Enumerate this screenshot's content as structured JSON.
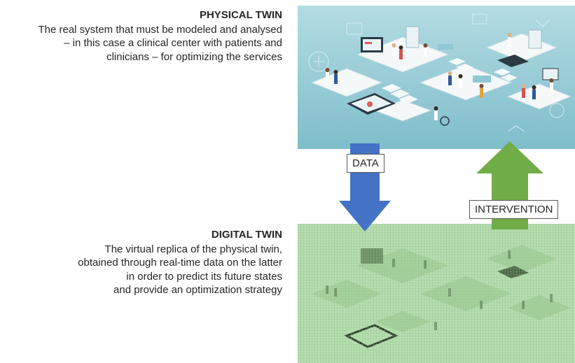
{
  "physical": {
    "title": "PHYSICAL TWIN",
    "lines": [
      "The real system that must be modeled and analysed",
      "– in this case a clinical center with patients and",
      "clinicians – for optimizing the services"
    ]
  },
  "digital": {
    "title": "DIGITAL TWIN",
    "lines": [
      "The virtual replica of the physical twin,",
      "obtained through real-time data on the latter",
      "in order to predict its future states",
      "and provide an optimization strategy"
    ]
  },
  "arrows": {
    "data_label": "DATA",
    "intervention_label": "INTERVENTION"
  },
  "colors": {
    "data_arrow": "#4472c4",
    "intervention_arrow": "#70ad47",
    "physical_bg": "#9ccdd6",
    "digital_bg": "#b6ddb0"
  }
}
